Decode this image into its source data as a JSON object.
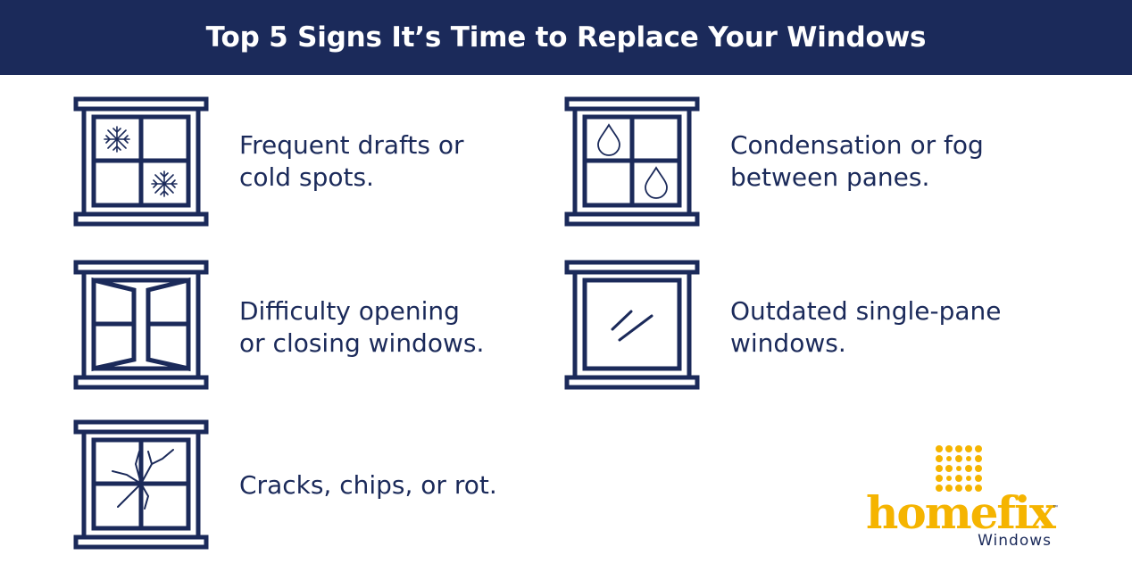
{
  "header": {
    "title": "Top 5 Signs It’s Time to Replace Your Windows"
  },
  "signs": [
    {
      "text": "Frequent drafts or\ncold spots.",
      "icon": "window-snowflake-icon"
    },
    {
      "text": "Condensation or fog\nbetween panes.",
      "icon": "window-droplet-icon"
    },
    {
      "text": "Difficulty opening\nor closing windows.",
      "icon": "window-open-sashes-icon"
    },
    {
      "text": "Outdated single-pane\nwindows.",
      "icon": "window-single-pane-icon"
    },
    {
      "text": "Cracks, chips, or rot.",
      "icon": "window-cracked-icon"
    }
  ],
  "logo": {
    "brand": "homefix",
    "sub": "Windows",
    "tm": "™"
  },
  "colors": {
    "navy": "#1b2a5a",
    "gold": "#f5b400",
    "white": "#ffffff"
  }
}
